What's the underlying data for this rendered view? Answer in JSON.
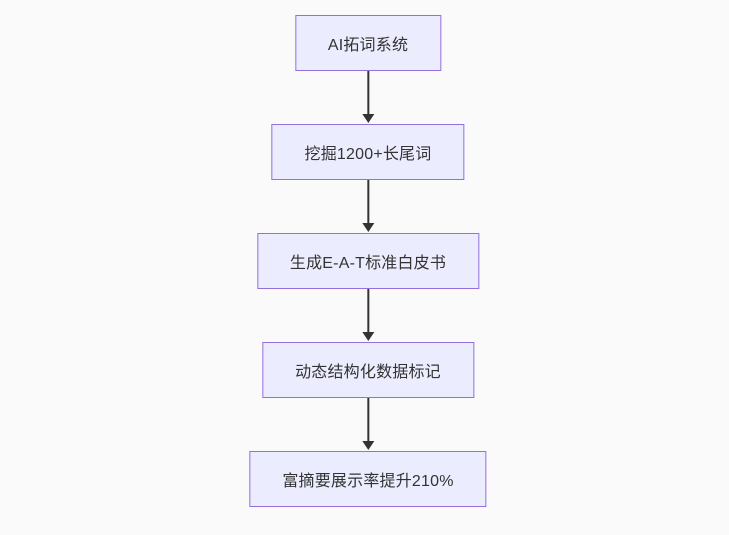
{
  "canvas": {
    "background": "#fafafa"
  },
  "flowchart": {
    "type": "flowchart",
    "direction": "top-down",
    "node_fill": "#ECECFF",
    "node_border": "#9370DB",
    "arrow_color": "#333333",
    "text_color": "#333333",
    "nodes": [
      {
        "label": "AI拓词系统"
      },
      {
        "label": "挖掘1200+长尾词"
      },
      {
        "label": "生成E-A-T标准白皮书"
      },
      {
        "label": "动态结构化数据标记"
      },
      {
        "label": "富摘要展示率提升210%"
      }
    ],
    "edges": [
      {
        "from": 0,
        "to": 1
      },
      {
        "from": 1,
        "to": 2
      },
      {
        "from": 2,
        "to": 3
      },
      {
        "from": 3,
        "to": 4
      }
    ]
  }
}
